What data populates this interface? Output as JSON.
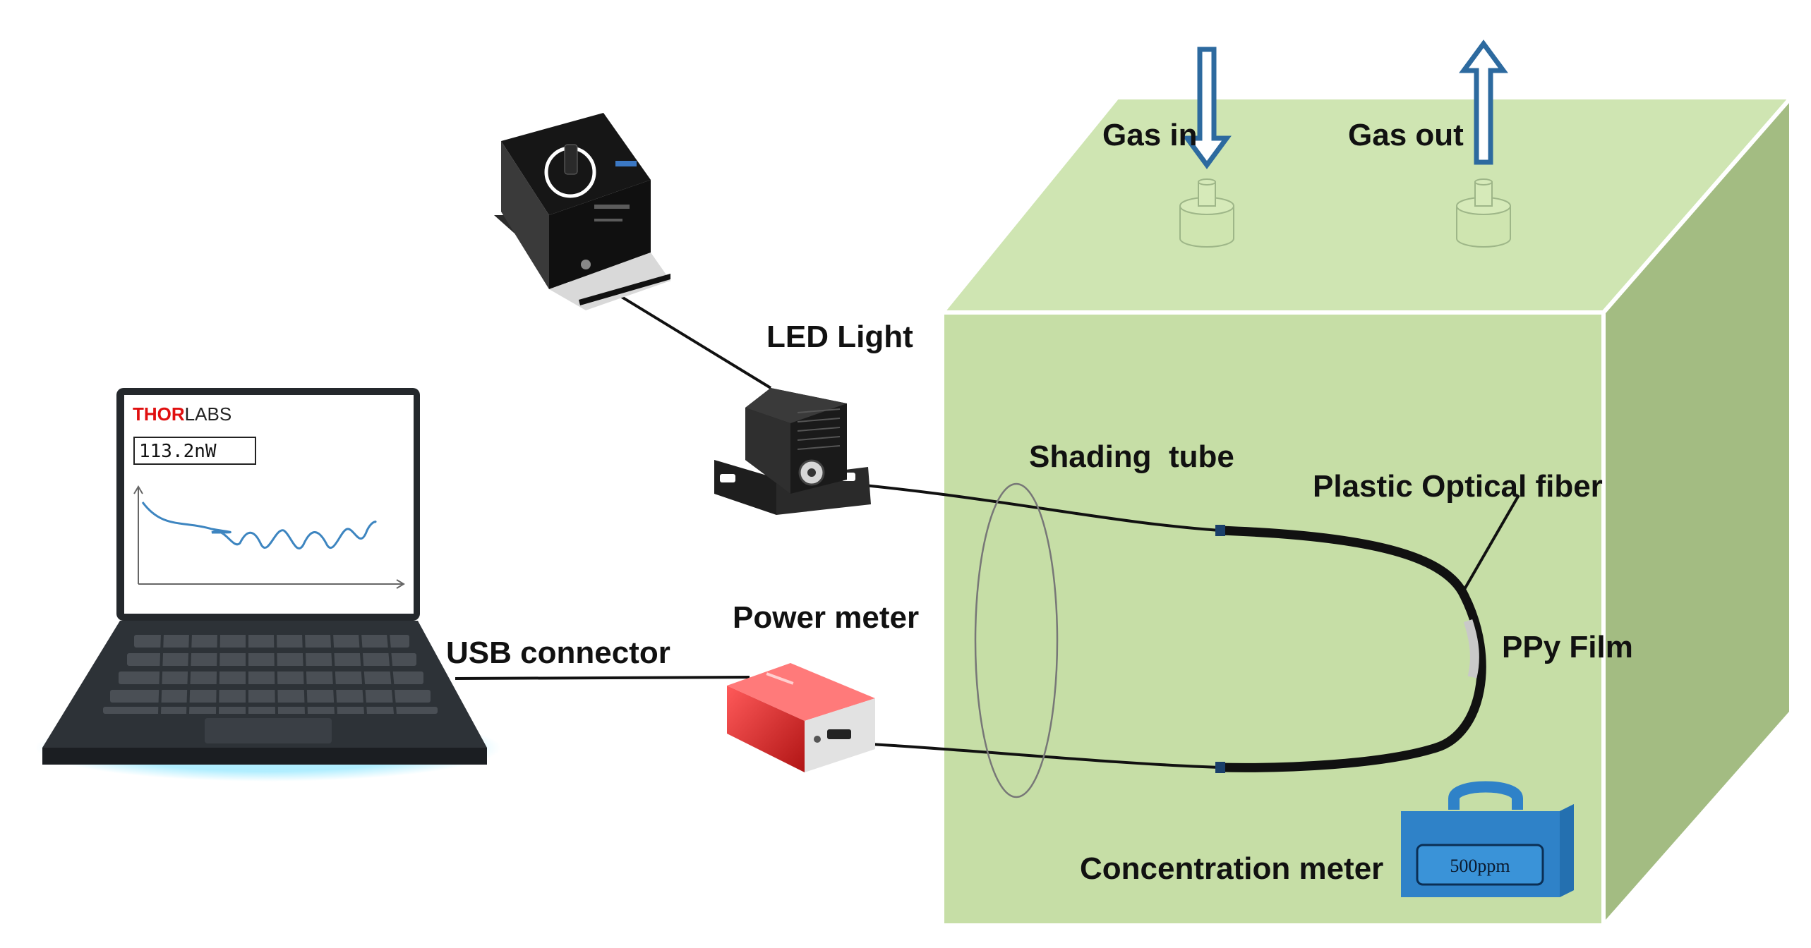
{
  "labels": {
    "gas_in": "Gas in",
    "gas_out": "Gas out",
    "led_light": "LED Light",
    "shading_tube": "Shading  tube",
    "plastic_optical_fiber": "Plastic Optical fiber",
    "ppy_film": "PPy Film",
    "power_meter": "Power meter",
    "usb_connector": "USB connector",
    "concentration_meter": "Concentration meter"
  },
  "laptop": {
    "brand_red": "THOR",
    "brand_black": "LABS",
    "reading": "113.2nW"
  },
  "concentration_meter_display": "500ppm",
  "colors": {
    "chamber_front": "#c6dea6",
    "chamber_top": "#cfe5b2",
    "chamber_side": "#a3bc82",
    "arrow": "#2d6a9f",
    "meter_box": "#2f82c8",
    "power_meter": "#d42222",
    "trace": "#3d85c0"
  }
}
